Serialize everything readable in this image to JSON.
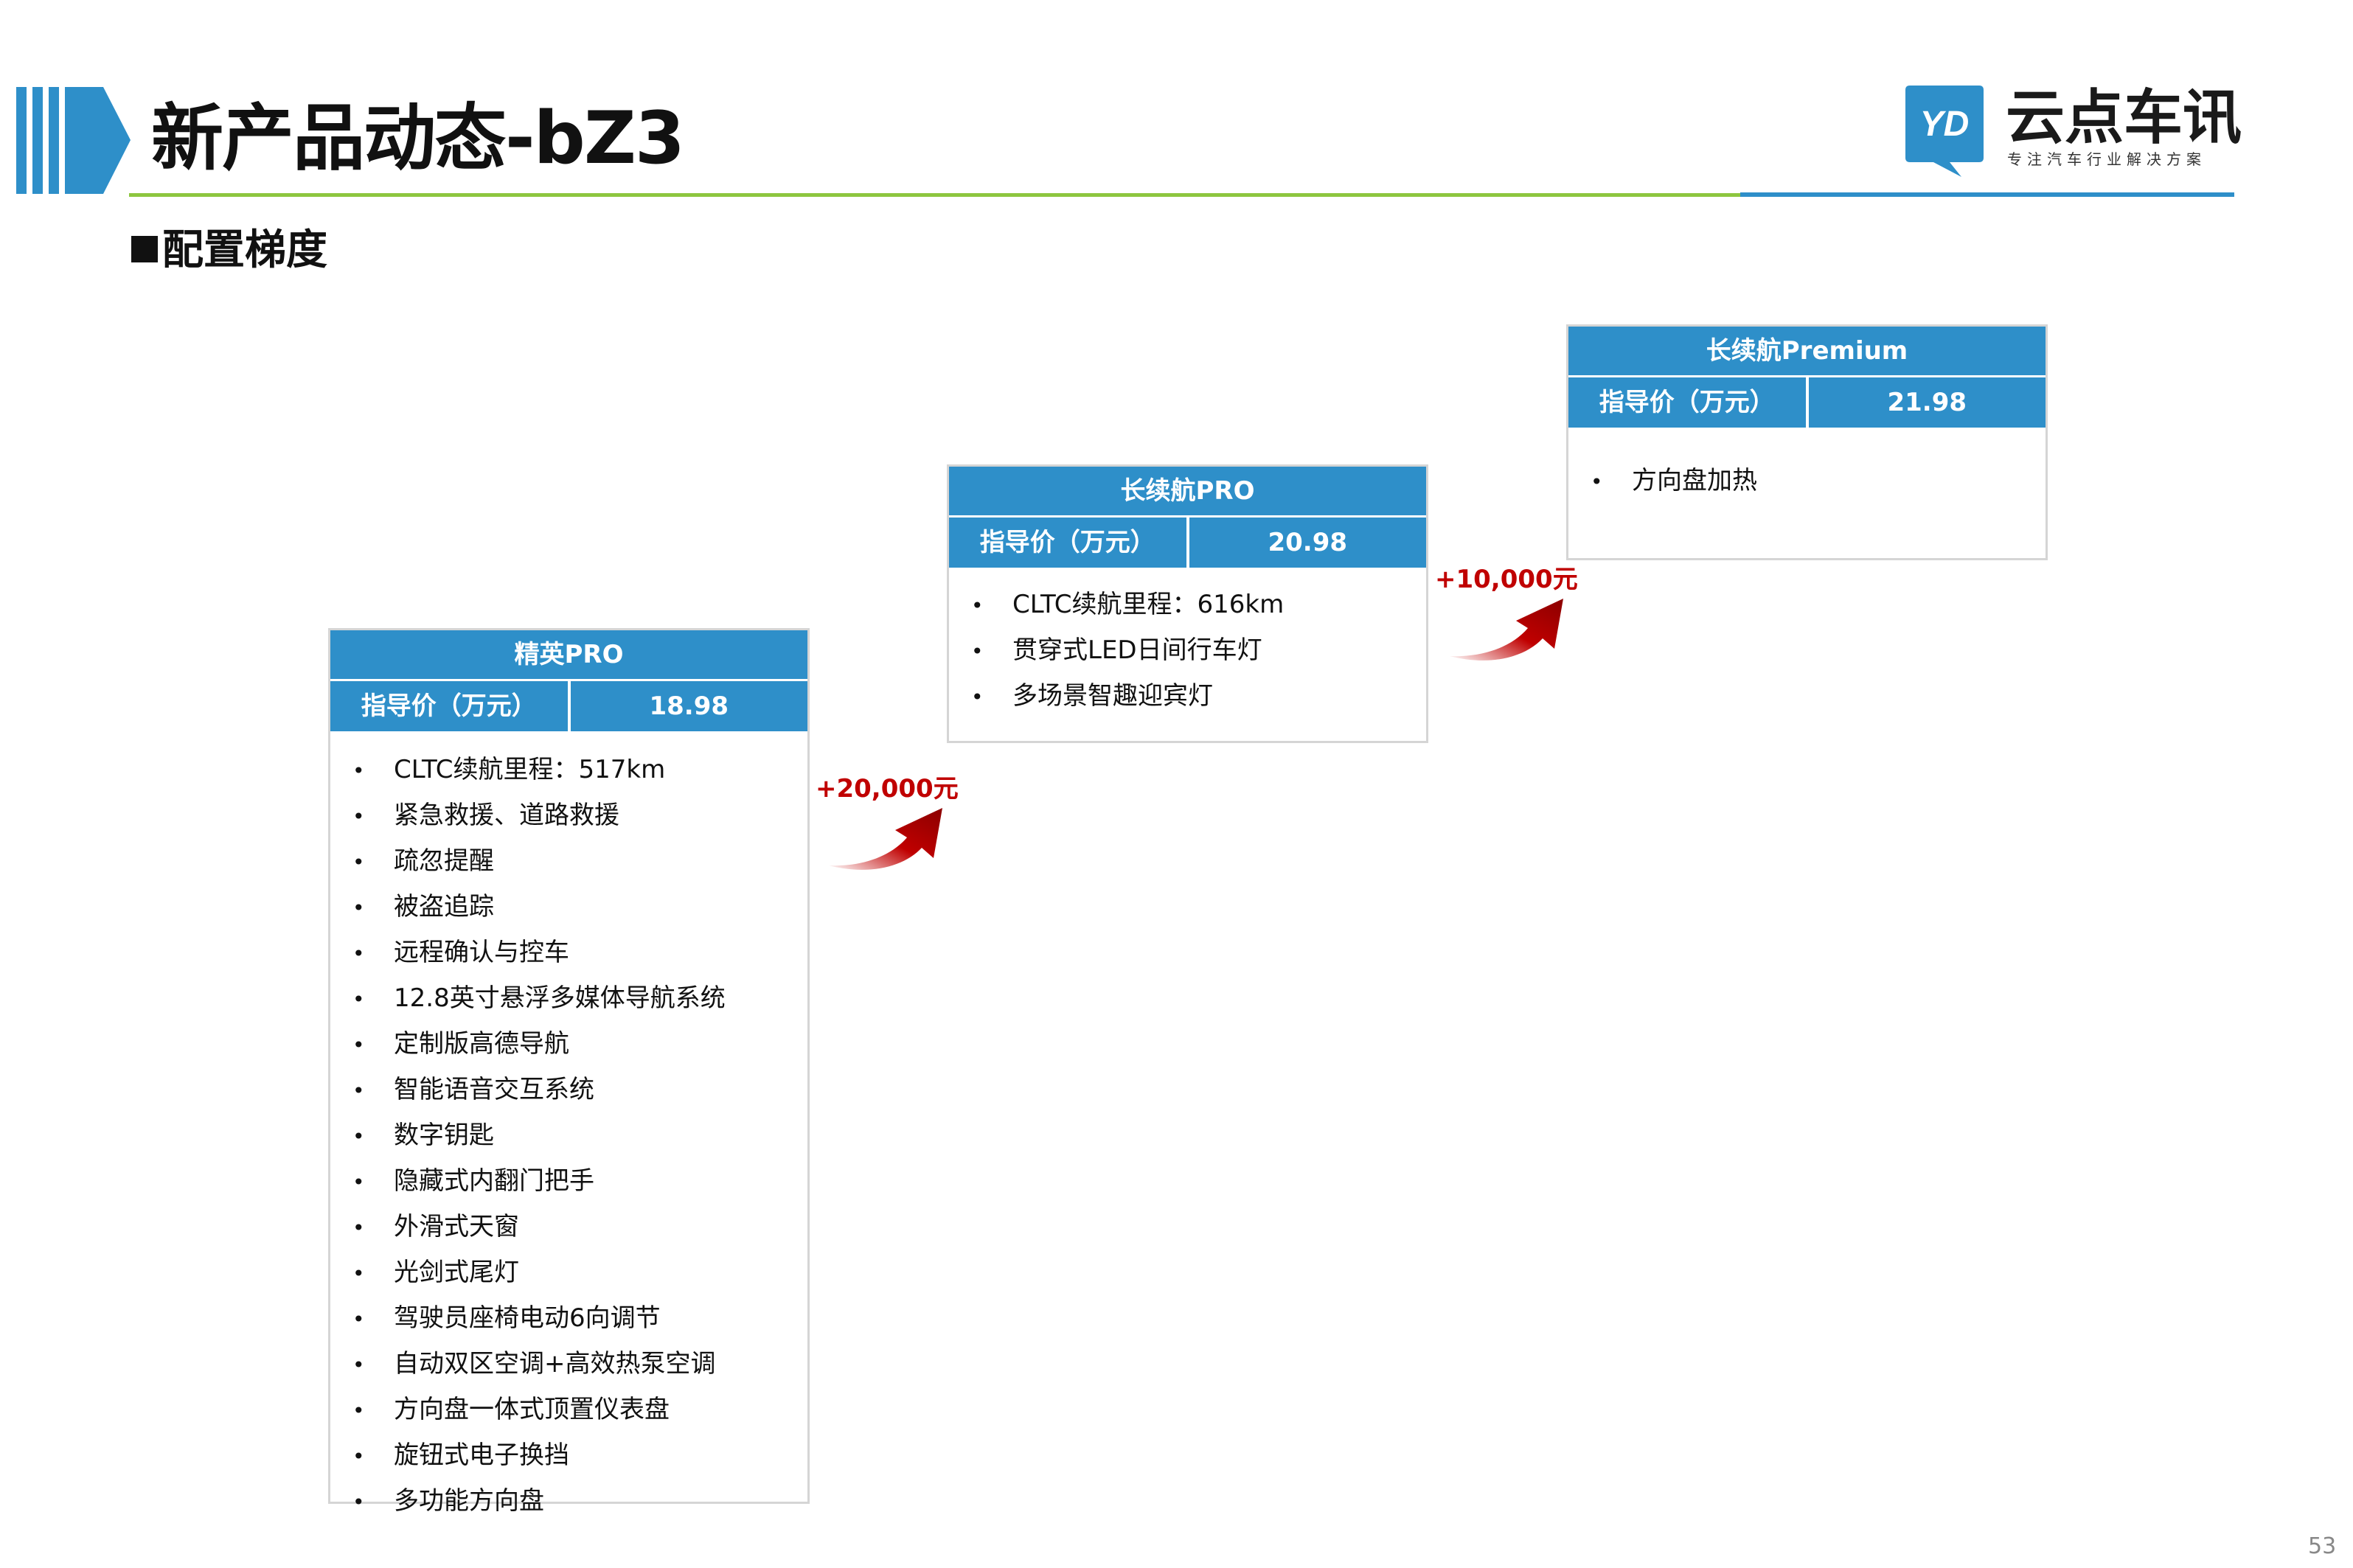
{
  "header": {
    "title": "新产品动态-bZ3",
    "section": "配置梯度"
  },
  "logo": {
    "name": "云点车讯",
    "tagline": "专注汽车行业解决方案",
    "badge_text": "YD"
  },
  "price_label": "指导价（万元）",
  "trims": [
    {
      "name": "精英PRO",
      "price": "18.98",
      "features": [
        "CLTC续航里程：517km",
        "紧急救援、道路救援",
        "疏忽提醒",
        "被盗追踪",
        "远程确认与控车",
        "12.8英寸悬浮多媒体导航系统",
        "定制版高德导航",
        "智能语音交互系统",
        "数字钥匙",
        "隐藏式内翻门把手",
        "外滑式天窗",
        "光剑式尾灯",
        "驾驶员座椅电动6向调节",
        "自动双区空调+高效热泵空调",
        "方向盘一体式顶置仪表盘",
        "旋钮式电子换挡",
        "多功能方向盘"
      ]
    },
    {
      "name": "长续航PRO",
      "price": "20.98",
      "features": [
        "CLTC续航里程：616km",
        "贯穿式LED日间行车灯",
        "多场景智趣迎宾灯"
      ]
    },
    {
      "name": "长续航Premium",
      "price": "21.98",
      "features": [
        "方向盘加热"
      ]
    }
  ],
  "deltas": [
    "+20,000元",
    "+10,000元"
  ],
  "page_number": "53",
  "colors": {
    "accent_blue": "#2e8fc9",
    "accent_green": "#8dc63f",
    "delta_red": "#c00000"
  }
}
